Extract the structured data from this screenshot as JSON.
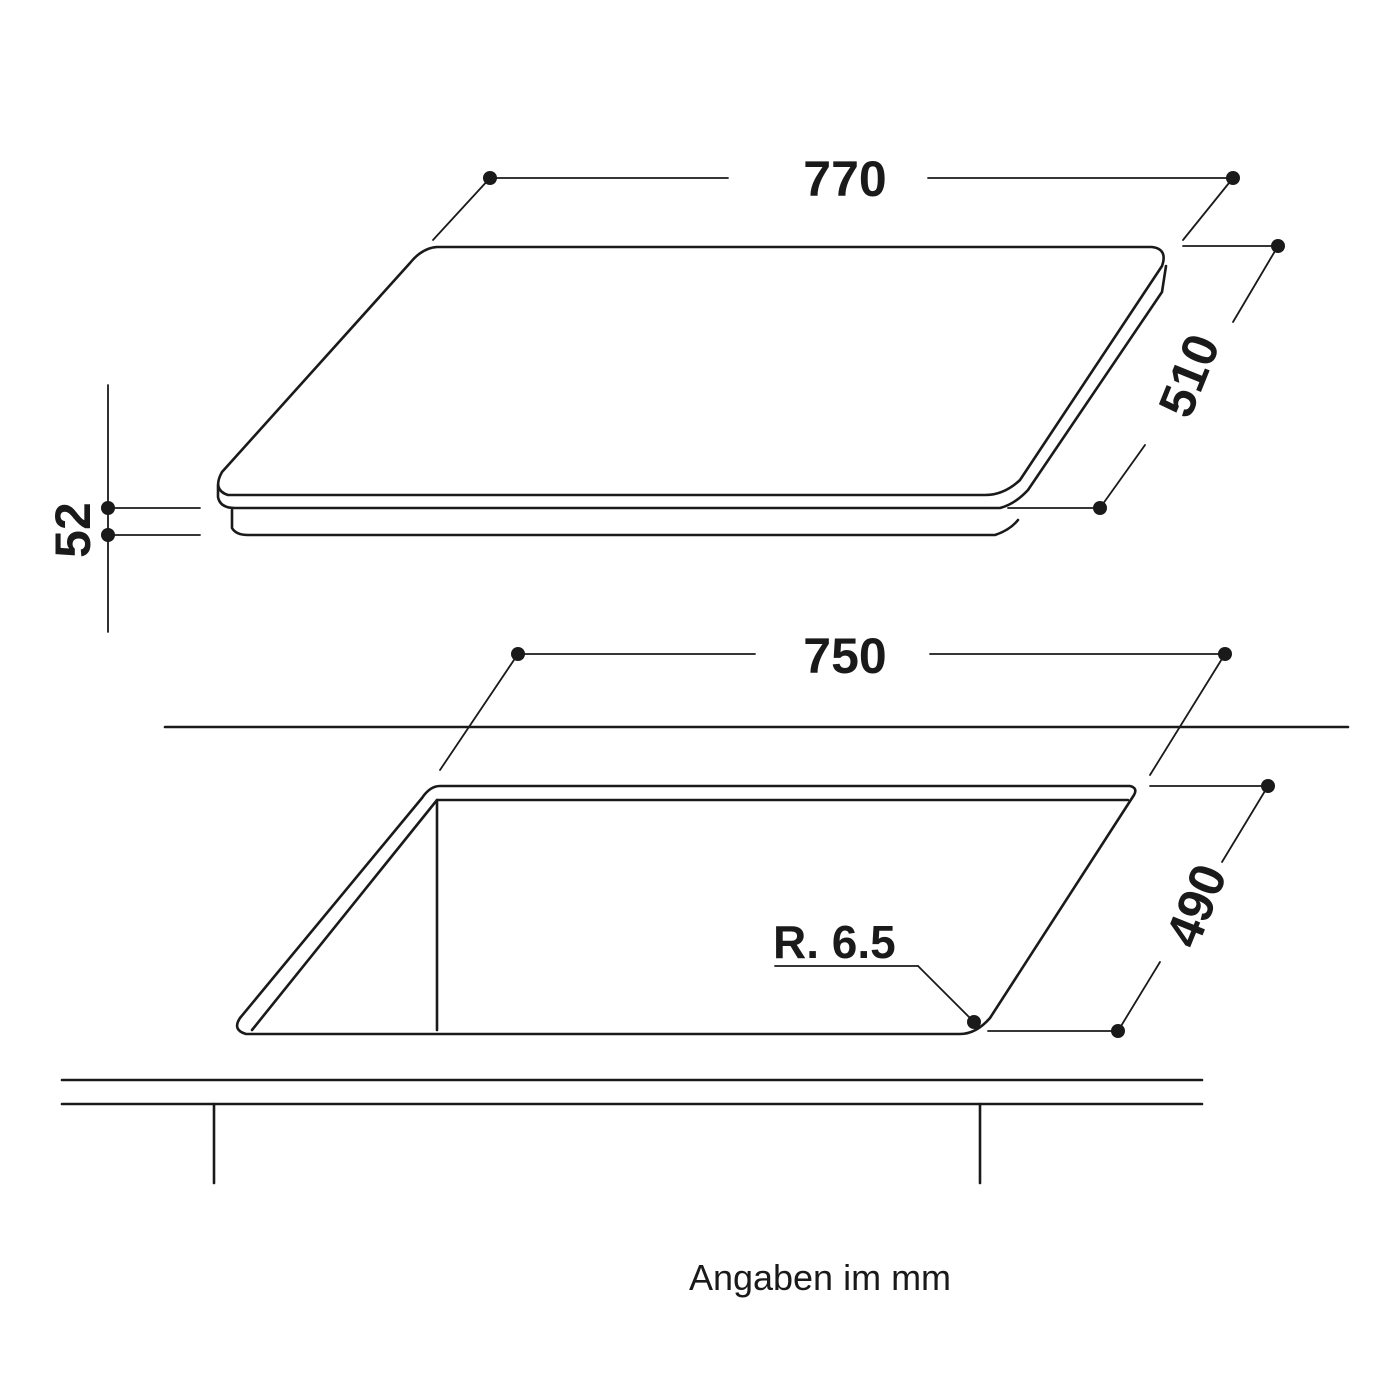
{
  "cooktop": {
    "width_label": "770",
    "depth_label": "510",
    "height_label": "52"
  },
  "cutout": {
    "width_label": "750",
    "depth_label": "490",
    "radius_label": "R. 6.5"
  },
  "footer": {
    "units_note": "Angaben im mm"
  },
  "colors": {
    "line": "#1a1a1a",
    "background": "#ffffff"
  }
}
